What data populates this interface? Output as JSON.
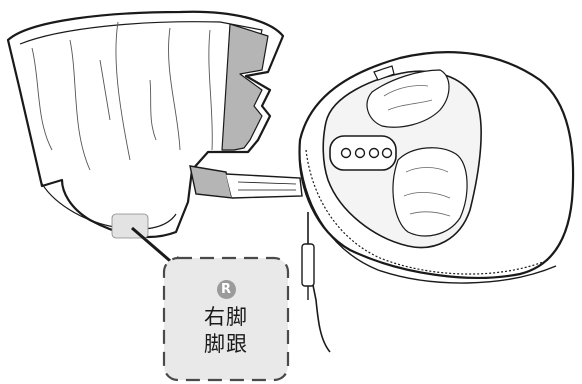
{
  "callout": {
    "badge": "R",
    "lines": [
      "右脚",
      "脚跟"
    ]
  },
  "colors": {
    "outline": "#1a1a1a",
    "panel_gray": "#b5b5b5",
    "callout_bg": "#e9e9e9",
    "callout_border": "#4a4a4a",
    "badge_gray": "#9b9b9b"
  },
  "icons": [
    "right-foot-badge-icon",
    "pointer-arrow-icon"
  ]
}
